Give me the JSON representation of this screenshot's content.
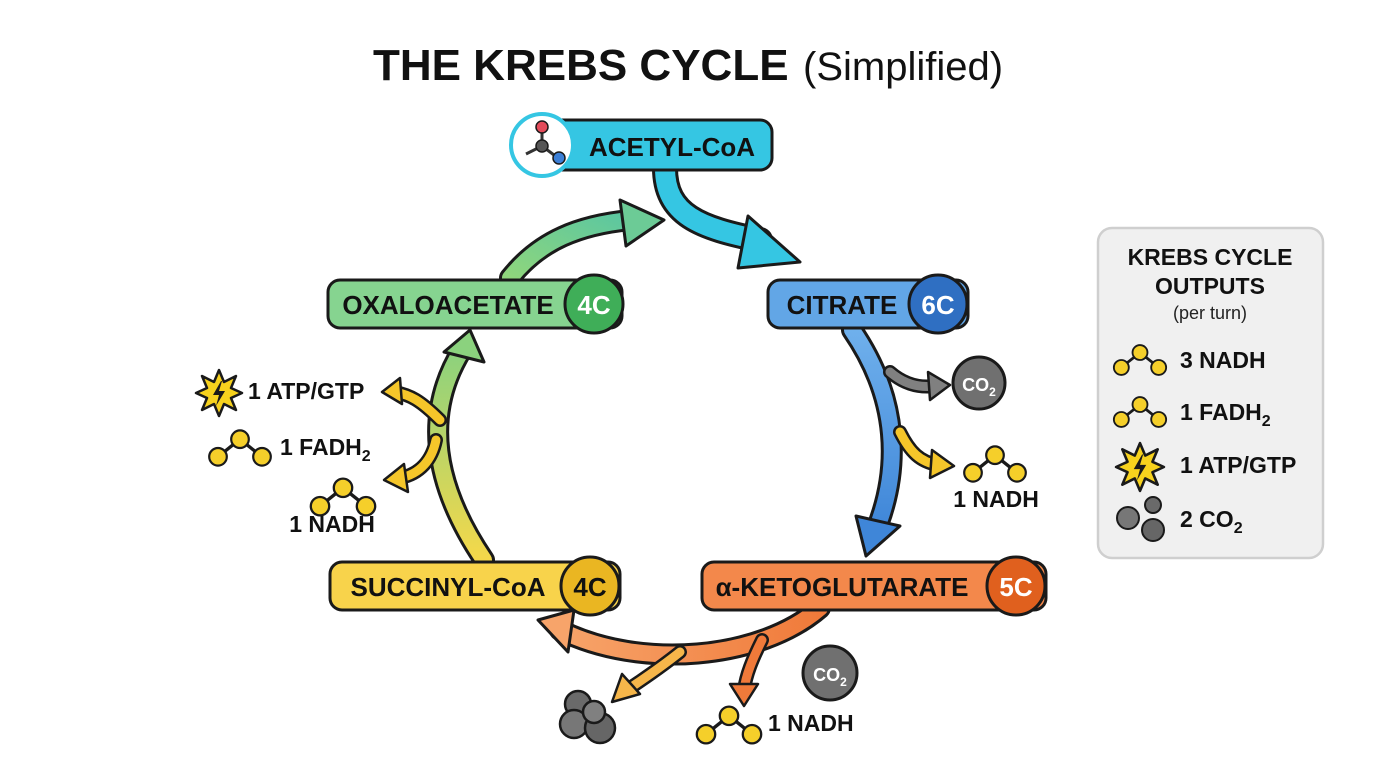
{
  "title": {
    "bold": "THE KREBS CYCLE",
    "rest": "(Simplified)"
  },
  "molecules": {
    "acetyl": {
      "label": "ACETYL-CoA",
      "color": "#35c6e3"
    },
    "citrate": {
      "label": "CITRATE",
      "carbons": "6C",
      "color": "#62a6e6",
      "badge_color": "#2f6fc2"
    },
    "akg": {
      "label": "α-KETOGLUTARATE",
      "carbons": "5C",
      "color": "#f3884b",
      "badge_color": "#e0601e"
    },
    "succinyl": {
      "label": "SUCCINYL-CoA",
      "carbons": "4C",
      "color": "#f8d34b",
      "badge_color": "#eab622"
    },
    "oxaloacetate": {
      "label": "OXALOACETATE",
      "carbons": "4C",
      "color": "#86d490",
      "badge_color": "#3fae58"
    }
  },
  "products": {
    "citrate_co2": "CO",
    "citrate_co2_sub": "2",
    "citrate_nadh": "1 NADH",
    "akg_co2": "CO",
    "akg_co2_sub": "2",
    "akg_nadh": "1 NADH",
    "left_atp": "1 ATP/GTP",
    "left_fadh": "1 FADH",
    "left_fadh_sub": "2",
    "left_nadh": "1 NADH"
  },
  "legend": {
    "title_line1": "KREBS CYCLE",
    "title_line2": "OUTPUTS",
    "subtitle": "(per turn)",
    "items": [
      {
        "icon": "nadh-molecule-icon",
        "text": "3 NADH",
        "sub": ""
      },
      {
        "icon": "fadh-molecule-icon",
        "text": "1 FADH",
        "sub": "2"
      },
      {
        "icon": "atp-starburst-icon",
        "text": "1 ATP/GTP",
        "sub": ""
      },
      {
        "icon": "co2-spheres-icon",
        "text": "2 CO",
        "sub": "2"
      }
    ]
  },
  "colors": {
    "nadh_yellow": "#f5cf2a",
    "co2_gray": "#707070",
    "outline": "#1a1a1a",
    "legend_bg": "#f0f0f0"
  }
}
